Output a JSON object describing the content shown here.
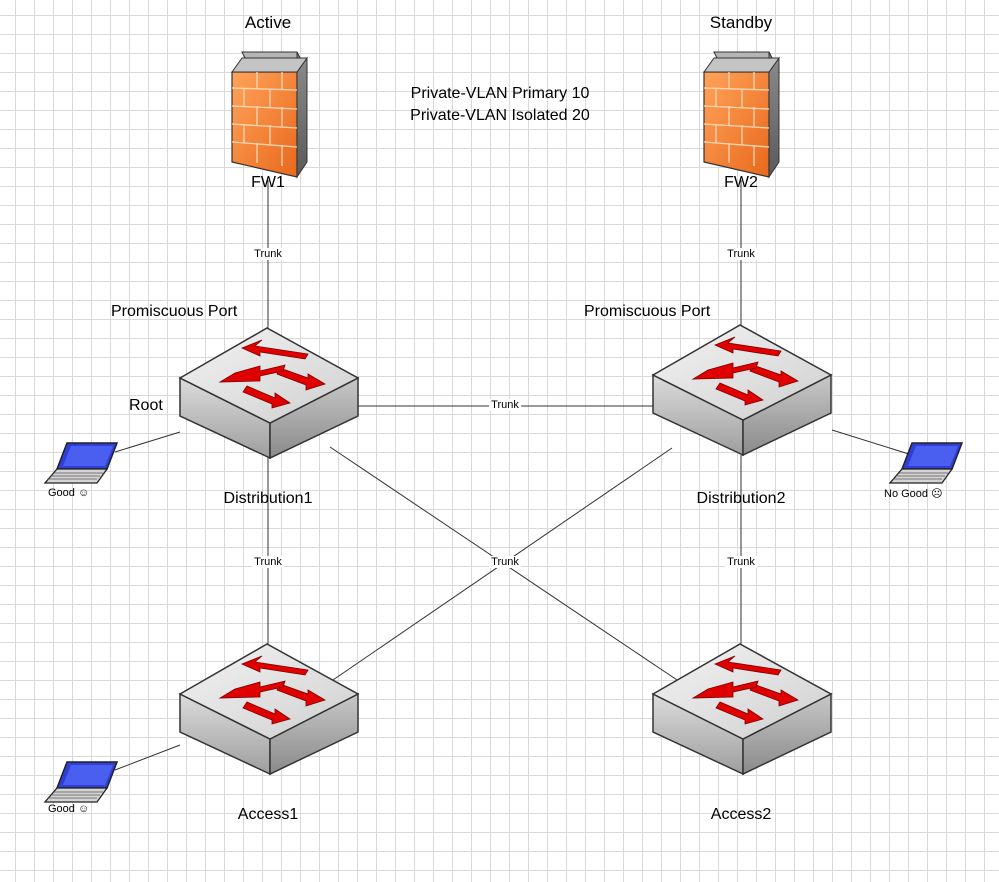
{
  "firewalls": {
    "fw1": {
      "name": "FW1",
      "state": "Active"
    },
    "fw2": {
      "name": "FW2",
      "state": "Standby"
    }
  },
  "vlan_notes": [
    "Private-VLAN Primary 10",
    "Private-VLAN Isolated 20"
  ],
  "switches": {
    "distribution1": {
      "name": "Distribution1",
      "port_label": "Promiscuous Port",
      "role_label": "Root"
    },
    "distribution2": {
      "name": "Distribution2",
      "port_label": "Promiscuous Port"
    },
    "access1": {
      "name": "Access1"
    },
    "access2": {
      "name": "Access2"
    }
  },
  "hosts": {
    "host_dist1": {
      "status": "Good ☺"
    },
    "host_dist2": {
      "status": "No Good ☹"
    },
    "host_access1": {
      "status": "Good ☺"
    }
  },
  "links": {
    "fw1_dist1": "Trunk",
    "fw2_dist2": "Trunk",
    "dist1_dist2": "Trunk",
    "dist1_access1": "Trunk",
    "dist2_access2": "Trunk",
    "cross": "Trunk"
  },
  "colors": {
    "firewall": "#f07828",
    "switch_top": "#e4e4e4",
    "switch_side": "#b9b9b9",
    "arrow": "#e00000",
    "laptop_screen": "#2f3fd8"
  }
}
